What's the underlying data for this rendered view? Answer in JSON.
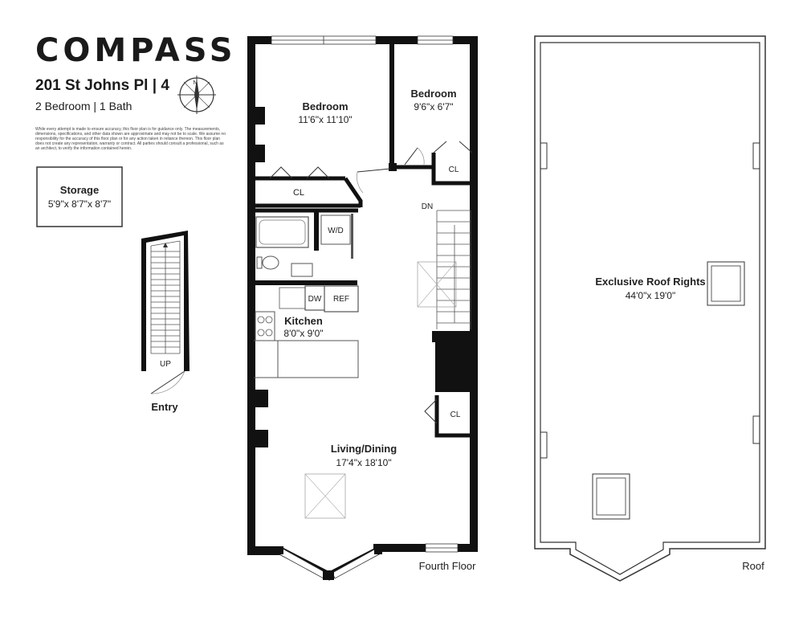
{
  "brand": "COMPASS",
  "address": "201 St Johns Pl | 4",
  "summary": "2 Bedroom | 1 Bath",
  "disclaimer": "While every attempt is made to ensure accuracy, this floor plan is for guidance only. The measurements, dimensions, specifications, and other data shown are approximate and may not be to scale. We assume no responsibility for the accuracy of this floor plan or for any action taken in reliance thereon. This floor plan does not create any representation, warranty or contract. All parties should consult a professional, such as an architect, to verify the information contained herein.",
  "compass_letter": "N",
  "storage": {
    "name": "Storage",
    "dims": "5'9\"x 8'7\"x 8'7\""
  },
  "entry": {
    "up": "UP",
    "label": "Entry"
  },
  "rooms": {
    "bedroom1": {
      "name": "Bedroom",
      "dims": "11'6\"x 11'10\""
    },
    "bedroom2": {
      "name": "Bedroom",
      "dims": "9'6\"x 6'7\""
    },
    "closet": "CL",
    "wd": "W/D",
    "dw": "DW",
    "ref": "REF",
    "dn": "DN",
    "kitchen": {
      "name": "Kitchen",
      "dims": "8'0\"x 9'0\""
    },
    "living": {
      "name": "Living/Dining",
      "dims": "17'4\"x 18'10\""
    }
  },
  "floor_label": "Fourth Floor",
  "roof": {
    "name": "Exclusive Roof Rights",
    "dims": "44'0\"x 19'0\"",
    "label": "Roof"
  }
}
